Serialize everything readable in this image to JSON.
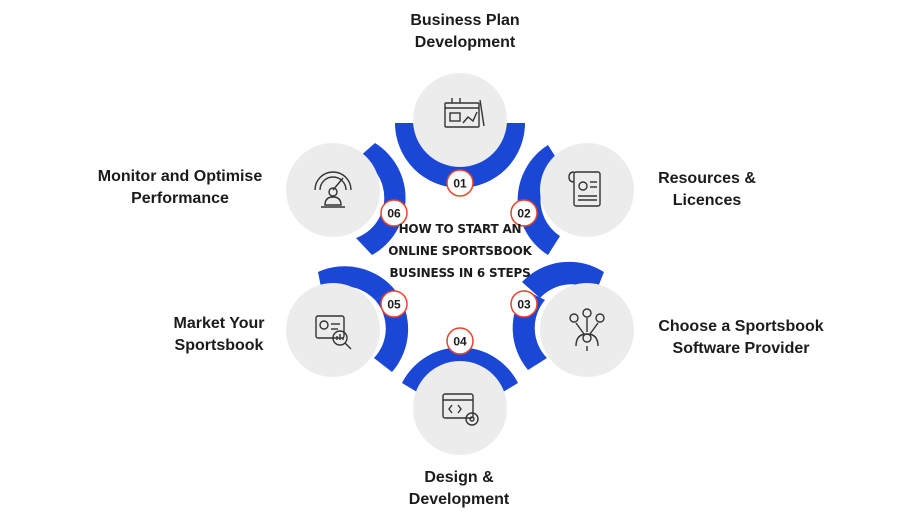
{
  "title_lines": [
    "HOW TO START AN",
    "ONLINE SPORTSBOOK",
    "BUSINESS IN 6 STEPS"
  ],
  "colors": {
    "accent": "#1a47d6",
    "node_fill": "#ececec",
    "badge_ring": "#e8452c",
    "text": "#1b1b1b"
  },
  "steps": [
    {
      "number": "01",
      "label_lines": [
        "Business Plan",
        "Development"
      ],
      "icon": "blueprint-icon"
    },
    {
      "number": "02",
      "label_lines": [
        "Resources &",
        "Licences"
      ],
      "icon": "certificate-icon"
    },
    {
      "number": "03",
      "label_lines": [
        "Choose a Sportsbook",
        "Software Provider"
      ],
      "icon": "network-users-icon"
    },
    {
      "number": "04",
      "label_lines": [
        "Design &",
        "Development"
      ],
      "icon": "code-window-gear-icon"
    },
    {
      "number": "05",
      "label_lines": [
        "Market Your",
        "Sportsbook"
      ],
      "icon": "analytics-magnifier-icon"
    },
    {
      "number": "06",
      "label_lines": [
        "Monitor and Optimise",
        "Performance"
      ],
      "icon": "speedometer-user-icon"
    }
  ]
}
